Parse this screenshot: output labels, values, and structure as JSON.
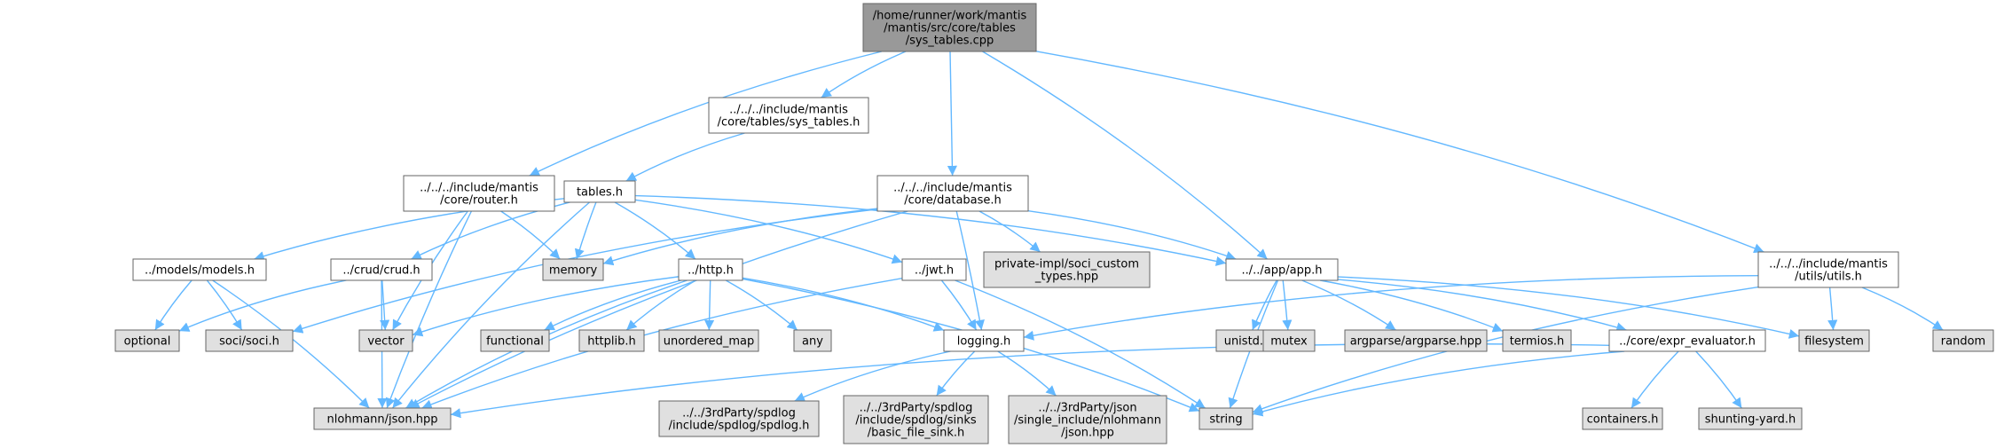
{
  "colors": {
    "root_fill": "#999999",
    "project_fill": "#ffffff",
    "system_fill": "#e0e0e0",
    "node_border": "#666666",
    "edge": "#63b8ff",
    "text": "#000000"
  },
  "nodes": [
    {
      "id": "root",
      "kind": "root",
      "lines": [
        "/home/runner/work/mantis",
        "/mantis/src/core/tables",
        "/sys_tables.cpp"
      ]
    },
    {
      "id": "sys_tables_h",
      "kind": "project",
      "lines": [
        "../../../include/mantis",
        "/core/tables/sys_tables.h"
      ]
    },
    {
      "id": "router_h",
      "kind": "project",
      "lines": [
        "../../../include/mantis",
        "/core/router.h"
      ]
    },
    {
      "id": "tables_h",
      "kind": "project",
      "lines": [
        "tables.h"
      ]
    },
    {
      "id": "database_h",
      "kind": "project",
      "lines": [
        "../../../include/mantis",
        "/core/database.h"
      ]
    },
    {
      "id": "utils_h",
      "kind": "project",
      "lines": [
        "../../../include/mantis",
        "/utils/utils.h"
      ]
    },
    {
      "id": "models_h",
      "kind": "project",
      "lines": [
        "../models/models.h"
      ]
    },
    {
      "id": "crud_h",
      "kind": "project",
      "lines": [
        "../crud/crud.h"
      ]
    },
    {
      "id": "memory",
      "kind": "system",
      "lines": [
        "memory"
      ]
    },
    {
      "id": "http_h",
      "kind": "project",
      "lines": [
        "../http.h"
      ]
    },
    {
      "id": "jwt_h",
      "kind": "project",
      "lines": [
        "../jwt.h"
      ]
    },
    {
      "id": "soci_custom",
      "kind": "system",
      "lines": [
        "private-impl/soci_custom",
        "_types.hpp"
      ]
    },
    {
      "id": "app_h",
      "kind": "project",
      "lines": [
        "../../app/app.h"
      ]
    },
    {
      "id": "optional",
      "kind": "system",
      "lines": [
        "optional"
      ]
    },
    {
      "id": "soci_h",
      "kind": "system",
      "lines": [
        "soci/soci.h"
      ]
    },
    {
      "id": "vector",
      "kind": "system",
      "lines": [
        "vector"
      ]
    },
    {
      "id": "functional",
      "kind": "system",
      "lines": [
        "functional"
      ]
    },
    {
      "id": "httplib_h",
      "kind": "system",
      "lines": [
        "httplib.h"
      ]
    },
    {
      "id": "unordered_map",
      "kind": "system",
      "lines": [
        "unordered_map"
      ]
    },
    {
      "id": "any",
      "kind": "system",
      "lines": [
        "any"
      ]
    },
    {
      "id": "logging_h",
      "kind": "project",
      "lines": [
        "logging.h"
      ]
    },
    {
      "id": "unistd_h",
      "kind": "system",
      "lines": [
        "unistd.h"
      ]
    },
    {
      "id": "mutex",
      "kind": "system",
      "lines": [
        "mutex"
      ]
    },
    {
      "id": "argparse",
      "kind": "system",
      "lines": [
        "argparse/argparse.hpp"
      ]
    },
    {
      "id": "termios_h",
      "kind": "system",
      "lines": [
        "termios.h"
      ]
    },
    {
      "id": "expr_evaluator_h",
      "kind": "project",
      "lines": [
        "../core/expr_evaluator.h"
      ]
    },
    {
      "id": "filesystem",
      "kind": "system",
      "lines": [
        "filesystem"
      ]
    },
    {
      "id": "random",
      "kind": "system",
      "lines": [
        "random"
      ]
    },
    {
      "id": "json_hpp",
      "kind": "system",
      "lines": [
        "nlohmann/json.hpp"
      ]
    },
    {
      "id": "spdlog_h",
      "kind": "system",
      "lines": [
        "../../3rdParty/spdlog",
        "/include/spdlog/spdlog.h"
      ]
    },
    {
      "id": "basic_file_sink",
      "kind": "system",
      "lines": [
        "../../3rdParty/spdlog",
        "/include/spdlog/sinks",
        "/basic_file_sink.h"
      ]
    },
    {
      "id": "json3rd",
      "kind": "system",
      "lines": [
        "../../3rdParty/json",
        "/single_include/nlohmann",
        "/json.hpp"
      ]
    },
    {
      "id": "string",
      "kind": "system",
      "lines": [
        "string"
      ]
    },
    {
      "id": "containers_h",
      "kind": "system",
      "lines": [
        "containers.h"
      ]
    },
    {
      "id": "shunting_yard_h",
      "kind": "system",
      "lines": [
        "shunting-yard.h"
      ]
    }
  ],
  "edges": [
    [
      "root",
      "sys_tables_h"
    ],
    [
      "root",
      "router_h"
    ],
    [
      "root",
      "database_h"
    ],
    [
      "root",
      "app_h"
    ],
    [
      "root",
      "utils_h"
    ],
    [
      "sys_tables_h",
      "tables_h"
    ],
    [
      "router_h",
      "memory"
    ],
    [
      "router_h",
      "vector"
    ],
    [
      "router_h",
      "json_hpp"
    ],
    [
      "tables_h",
      "models_h"
    ],
    [
      "tables_h",
      "crud_h"
    ],
    [
      "tables_h",
      "memory"
    ],
    [
      "tables_h",
      "http_h"
    ],
    [
      "tables_h",
      "jwt_h"
    ],
    [
      "tables_h",
      "app_h"
    ],
    [
      "tables_h",
      "json_hpp"
    ],
    [
      "database_h",
      "memory"
    ],
    [
      "database_h",
      "soci_custom"
    ],
    [
      "database_h",
      "app_h"
    ],
    [
      "database_h",
      "logging_h"
    ],
    [
      "database_h",
      "soci_h"
    ],
    [
      "database_h",
      "json_hpp"
    ],
    [
      "models_h",
      "optional"
    ],
    [
      "models_h",
      "soci_h"
    ],
    [
      "models_h",
      "json_hpp"
    ],
    [
      "crud_h",
      "optional"
    ],
    [
      "crud_h",
      "vector"
    ],
    [
      "crud_h",
      "json_hpp"
    ],
    [
      "http_h",
      "functional"
    ],
    [
      "http_h",
      "httplib_h"
    ],
    [
      "http_h",
      "unordered_map"
    ],
    [
      "http_h",
      "any"
    ],
    [
      "http_h",
      "vector"
    ],
    [
      "http_h",
      "logging_h"
    ],
    [
      "http_h",
      "string"
    ],
    [
      "http_h",
      "json_hpp"
    ],
    [
      "jwt_h",
      "logging_h"
    ],
    [
      "jwt_h",
      "string"
    ],
    [
      "jwt_h",
      "json_hpp"
    ],
    [
      "app_h",
      "unistd_h"
    ],
    [
      "app_h",
      "mutex"
    ],
    [
      "app_h",
      "argparse"
    ],
    [
      "app_h",
      "termios_h"
    ],
    [
      "app_h",
      "expr_evaluator_h"
    ],
    [
      "app_h",
      "filesystem"
    ],
    [
      "app_h",
      "string"
    ],
    [
      "utils_h",
      "filesystem"
    ],
    [
      "utils_h",
      "random"
    ],
    [
      "utils_h",
      "logging_h"
    ],
    [
      "utils_h",
      "string"
    ],
    [
      "logging_h",
      "spdlog_h"
    ],
    [
      "logging_h",
      "basic_file_sink"
    ],
    [
      "logging_h",
      "json3rd"
    ],
    [
      "expr_evaluator_h",
      "containers_h"
    ],
    [
      "expr_evaluator_h",
      "shunting_yard_h"
    ],
    [
      "expr_evaluator_h",
      "string"
    ],
    [
      "expr_evaluator_h",
      "json_hpp"
    ]
  ]
}
